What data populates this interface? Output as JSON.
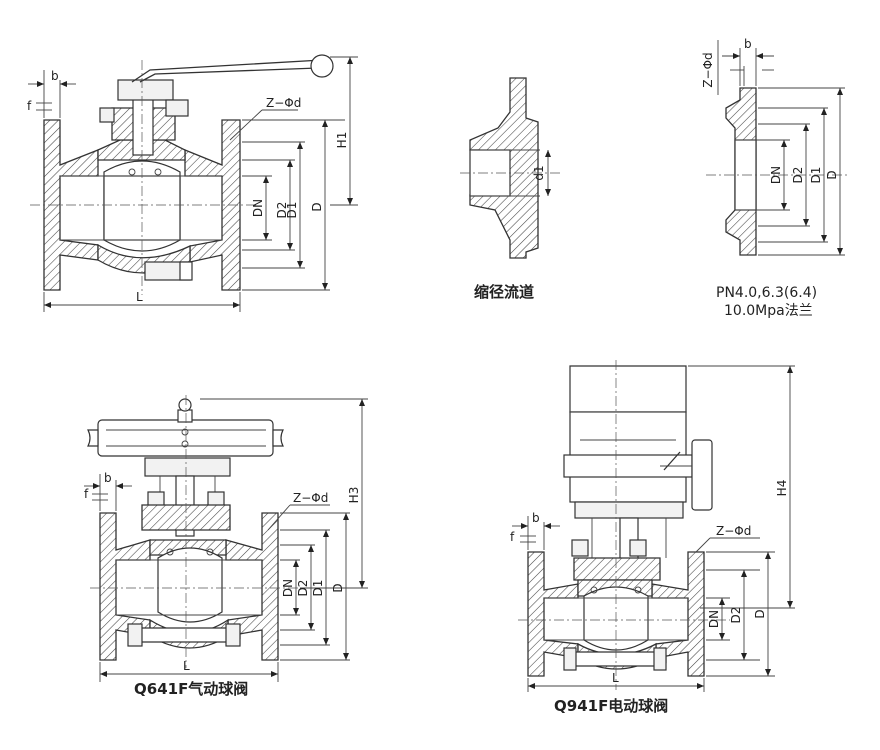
{
  "labels": {
    "b": "b",
    "f": "f",
    "zd": "Z−Φd",
    "h1": "H1",
    "h3": "H3",
    "h4": "H4",
    "dn": "DN",
    "d2": "D2",
    "d1": "D1",
    "d": "D",
    "d1_small": "d1",
    "l": "L"
  },
  "captions": {
    "reduced_bore": "缩径流道",
    "flange_line1": "PN4.0,6.3(6.4)",
    "flange_line2": "10.0Mpa法兰",
    "pneumatic": "Q641F气动球阀",
    "electric": "Q941F电动球阀"
  }
}
